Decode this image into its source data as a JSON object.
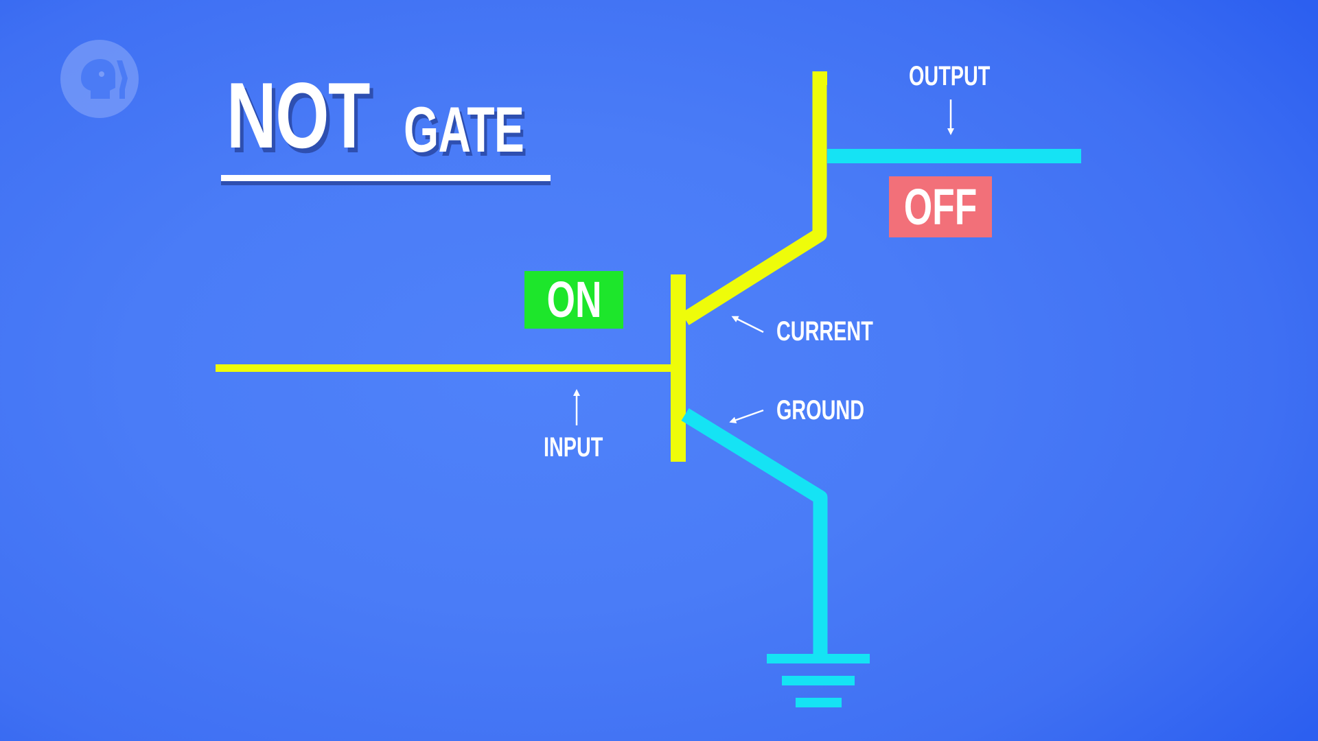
{
  "title": {
    "main": "NOT",
    "sub": "GATE"
  },
  "logo": {
    "icon": "pbs-head-logo-icon"
  },
  "labels": {
    "output": "OUTPUT",
    "current": "CURRENT",
    "ground": "GROUND",
    "input": "INPUT"
  },
  "states": {
    "input_state": "ON",
    "output_state": "OFF"
  },
  "colors": {
    "background_center": "#4f82fa",
    "background_edge": "#2c5ff0",
    "powered_wire": "#eefc0a",
    "ground_wire": "#15e3f4",
    "on_badge": "#1de62b",
    "off_badge": "#f27079",
    "text": "#ffffff",
    "text_shadow": "#2e4fb0"
  },
  "diagram": {
    "component": "transistor",
    "segments": [
      {
        "name": "input-wire",
        "color": "powered"
      },
      {
        "name": "base-bar",
        "color": "powered"
      },
      {
        "name": "collector-wire",
        "color": "powered"
      },
      {
        "name": "output-wire",
        "color": "ground"
      },
      {
        "name": "emitter-wire",
        "color": "ground"
      },
      {
        "name": "ground-symbol",
        "color": "ground"
      }
    ]
  }
}
